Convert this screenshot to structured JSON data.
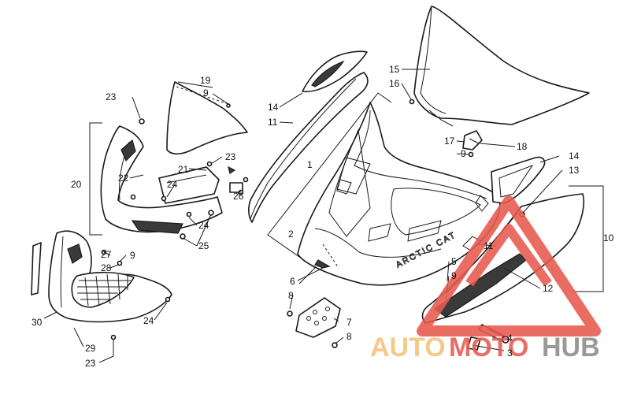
{
  "callouts": {
    "c1": "1",
    "c2": "2",
    "c3": "3",
    "c4": "4",
    "c5": "5",
    "c6": "6",
    "c7": "7",
    "c8a": "8",
    "c8b": "8",
    "c9a": "9",
    "c9b": "9",
    "c9c": "9",
    "c9d": "9",
    "c10": "10",
    "c11a": "11",
    "c11b": "11",
    "c12": "12",
    "c13": "13",
    "c14a": "14",
    "c14b": "14",
    "c15": "15",
    "c16": "16",
    "c17": "17",
    "c18": "18",
    "c19": "19",
    "c20": "20",
    "c21": "21",
    "c22": "22",
    "c23a": "23",
    "c23b": "23",
    "c23c": "23",
    "c24a": "24",
    "c24b": "24",
    "c24c": "24",
    "c25": "25",
    "c26": "26",
    "c27": "27",
    "c28": "28",
    "c29": "29",
    "c30": "30"
  },
  "hood_decal": "ARCTIC CAT",
  "watermark": {
    "part1": "AUTO",
    "part2": "MOTO",
    "part3": "HUB",
    "color_auto": "#f5c27a",
    "color_moto": "#e85a4f",
    "color_hub": "#8c8c8c"
  }
}
